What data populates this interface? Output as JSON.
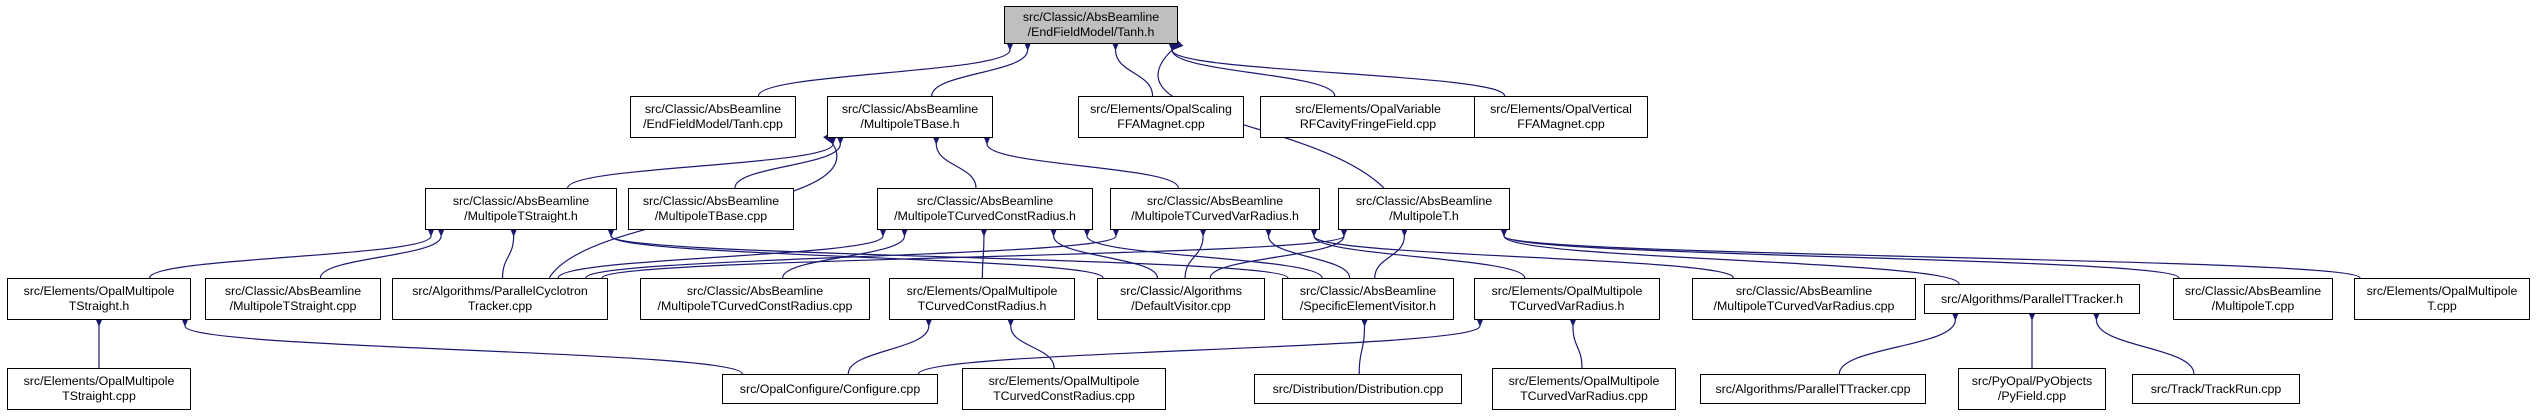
{
  "graph": {
    "root": "n0",
    "colors": {
      "edge": "#191970",
      "root_fill": "#bfbfbf",
      "node_fill": "#ffffff",
      "border": "#000000"
    },
    "nodes": [
      {
        "id": "n0",
        "lines": [
          "src/Classic/AbsBeamline",
          "/EndFieldModel/Tanh.h"
        ]
      },
      {
        "id": "n1",
        "lines": [
          "src/Classic/AbsBeamline",
          "/EndFieldModel/Tanh.cpp"
        ]
      },
      {
        "id": "n2",
        "lines": [
          "src/Classic/AbsBeamline",
          "/MultipoleTBase.h"
        ]
      },
      {
        "id": "n3",
        "lines": [
          "src/Elements/OpalScaling",
          "FFAMagnet.cpp"
        ]
      },
      {
        "id": "n4",
        "lines": [
          "src/Elements/OpalVariable",
          "RFCavityFringeField.cpp"
        ]
      },
      {
        "id": "n5",
        "lines": [
          "src/Elements/OpalVertical",
          "FFAMagnet.cpp"
        ]
      },
      {
        "id": "n6",
        "lines": [
          "src/Classic/AbsBeamline",
          "/MultipoleTStraight.h"
        ]
      },
      {
        "id": "n7",
        "lines": [
          "src/Classic/AbsBeamline",
          "/MultipoleTBase.cpp"
        ]
      },
      {
        "id": "n8",
        "lines": [
          "src/Classic/AbsBeamline",
          "/MultipoleTCurvedConstRadius.h"
        ]
      },
      {
        "id": "n9",
        "lines": [
          "src/Classic/AbsBeamline",
          "/MultipoleTCurvedVarRadius.h"
        ]
      },
      {
        "id": "n10",
        "lines": [
          "src/Classic/AbsBeamline",
          "/MultipoleT.h"
        ]
      },
      {
        "id": "n11",
        "lines": [
          "src/Elements/OpalMultipole",
          "TStraight.h"
        ]
      },
      {
        "id": "n12",
        "lines": [
          "src/Classic/AbsBeamline",
          "/MultipoleTStraight.cpp"
        ]
      },
      {
        "id": "n13",
        "lines": [
          "src/Algorithms/ParallelCyclotron",
          "Tracker.cpp"
        ]
      },
      {
        "id": "n14",
        "lines": [
          "src/Classic/AbsBeamline",
          "/MultipoleTCurvedConstRadius.cpp"
        ]
      },
      {
        "id": "n15",
        "lines": [
          "src/Elements/OpalMultipole",
          "TCurvedConstRadius.h"
        ]
      },
      {
        "id": "n16",
        "lines": [
          "src/Classic/Algorithms",
          "/DefaultVisitor.cpp"
        ]
      },
      {
        "id": "n17",
        "lines": [
          "src/Classic/AbsBeamline",
          "/SpecificElementVisitor.h"
        ]
      },
      {
        "id": "n18",
        "lines": [
          "src/Elements/OpalMultipole",
          "TCurvedVarRadius.h"
        ]
      },
      {
        "id": "n19",
        "lines": [
          "src/Classic/AbsBeamline",
          "/MultipoleTCurvedVarRadius.cpp"
        ]
      },
      {
        "id": "n20",
        "lines": [
          "src/Algorithms/ParallelTTracker.h"
        ]
      },
      {
        "id": "n21",
        "lines": [
          "src/Classic/AbsBeamline",
          "/MultipoleT.cpp"
        ]
      },
      {
        "id": "n22",
        "lines": [
          "src/Elements/OpalMultipole",
          "T.cpp"
        ]
      },
      {
        "id": "n23",
        "lines": [
          "src/Elements/OpalMultipole",
          "TStraight.cpp"
        ]
      },
      {
        "id": "n24",
        "lines": [
          "src/OpalConfigure/Configure.cpp"
        ]
      },
      {
        "id": "n25",
        "lines": [
          "src/Elements/OpalMultipole",
          "TCurvedConstRadius.cpp"
        ]
      },
      {
        "id": "n26",
        "lines": [
          "src/Distribution/Distribution.cpp"
        ]
      },
      {
        "id": "n27",
        "lines": [
          "src/Elements/OpalMultipole",
          "TCurvedVarRadius.cpp"
        ]
      },
      {
        "id": "n28",
        "lines": [
          "src/Algorithms/ParallelTTracker.cpp"
        ]
      },
      {
        "id": "n29",
        "lines": [
          "src/PyOpal/PyObjects",
          "/PyField.cpp"
        ]
      },
      {
        "id": "n30",
        "lines": [
          "src/Track/TrackRun.cpp"
        ]
      }
    ],
    "edges": [
      [
        "n0",
        "n1"
      ],
      [
        "n0",
        "n2"
      ],
      [
        "n0",
        "n3"
      ],
      [
        "n0",
        "n4"
      ],
      [
        "n0",
        "n5"
      ],
      [
        "n0",
        "n10"
      ],
      [
        "n2",
        "n6"
      ],
      [
        "n2",
        "n7"
      ],
      [
        "n2",
        "n8"
      ],
      [
        "n2",
        "n9"
      ],
      [
        "n2",
        "n13"
      ],
      [
        "n6",
        "n11"
      ],
      [
        "n6",
        "n12"
      ],
      [
        "n6",
        "n13"
      ],
      [
        "n6",
        "n16"
      ],
      [
        "n6",
        "n17"
      ],
      [
        "n8",
        "n13"
      ],
      [
        "n8",
        "n14"
      ],
      [
        "n8",
        "n15"
      ],
      [
        "n8",
        "n16"
      ],
      [
        "n8",
        "n17"
      ],
      [
        "n9",
        "n13"
      ],
      [
        "n9",
        "n16"
      ],
      [
        "n9",
        "n17"
      ],
      [
        "n9",
        "n18"
      ],
      [
        "n9",
        "n19"
      ],
      [
        "n10",
        "n13"
      ],
      [
        "n10",
        "n16"
      ],
      [
        "n10",
        "n17"
      ],
      [
        "n10",
        "n20"
      ],
      [
        "n10",
        "n21"
      ],
      [
        "n10",
        "n22"
      ],
      [
        "n11",
        "n23"
      ],
      [
        "n11",
        "n24"
      ],
      [
        "n15",
        "n24"
      ],
      [
        "n15",
        "n25"
      ],
      [
        "n17",
        "n26"
      ],
      [
        "n18",
        "n24"
      ],
      [
        "n18",
        "n27"
      ],
      [
        "n20",
        "n28"
      ],
      [
        "n20",
        "n29"
      ],
      [
        "n20",
        "n30"
      ]
    ]
  }
}
